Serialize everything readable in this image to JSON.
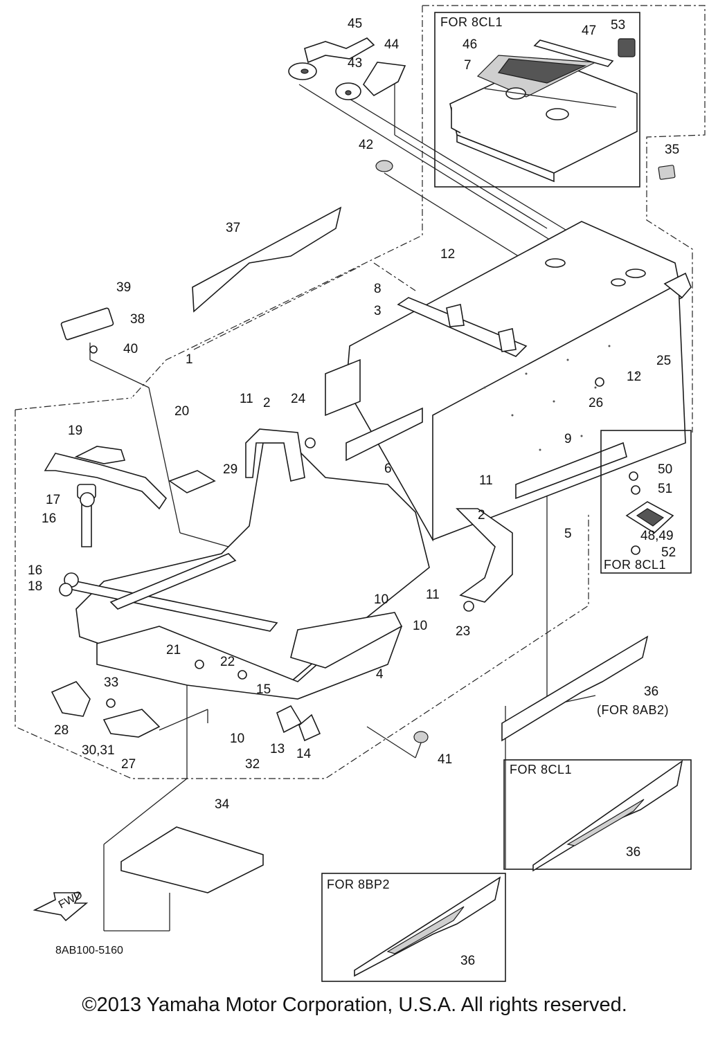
{
  "diagram_code": "8AB100-5160",
  "copyright": "©2013 Yamaha Motor Corporation, U.S.A. All rights reserved.",
  "fwd_label": "FWD",
  "boxes": {
    "top": "FOR 8CL1",
    "right": "FOR 8CL1",
    "lower_right": "FOR 8CL1",
    "lower_mid": "FOR 8BP2"
  },
  "decal_note": "(FOR 8AB2)",
  "labels": {
    "p1": "1",
    "p2a": "2",
    "p2b": "2",
    "p3": "3",
    "p4": "4",
    "p5": "5",
    "p6": "6",
    "p7": "7",
    "p8": "8",
    "p9": "9",
    "p10a": "10",
    "p10b": "10",
    "p10c": "10",
    "p11a": "11",
    "p11b": "11",
    "p11c": "11",
    "p12a": "12",
    "p12b": "12",
    "p13": "13",
    "p14": "14",
    "p15": "15",
    "p16a": "16",
    "p16b": "16",
    "p17": "17",
    "p18": "18",
    "p19": "19",
    "p20": "20",
    "p21": "21",
    "p22": "22",
    "p23": "23",
    "p24": "24",
    "p25": "25",
    "p26": "26",
    "p27": "27",
    "p28": "28",
    "p29": "29",
    "p3031": "30,31",
    "p32": "32",
    "p33": "33",
    "p34": "34",
    "p35": "35",
    "p36a": "36",
    "p36b": "36",
    "p36c": "36",
    "p37": "37",
    "p38": "38",
    "p39": "39",
    "p40": "40",
    "p41": "41",
    "p42": "42",
    "p43": "43",
    "p44": "44",
    "p45": "45",
    "p46": "46",
    "p47": "47",
    "p4849": "48,49",
    "p50": "50",
    "p51": "51",
    "p52": "52",
    "p53": "53"
  }
}
